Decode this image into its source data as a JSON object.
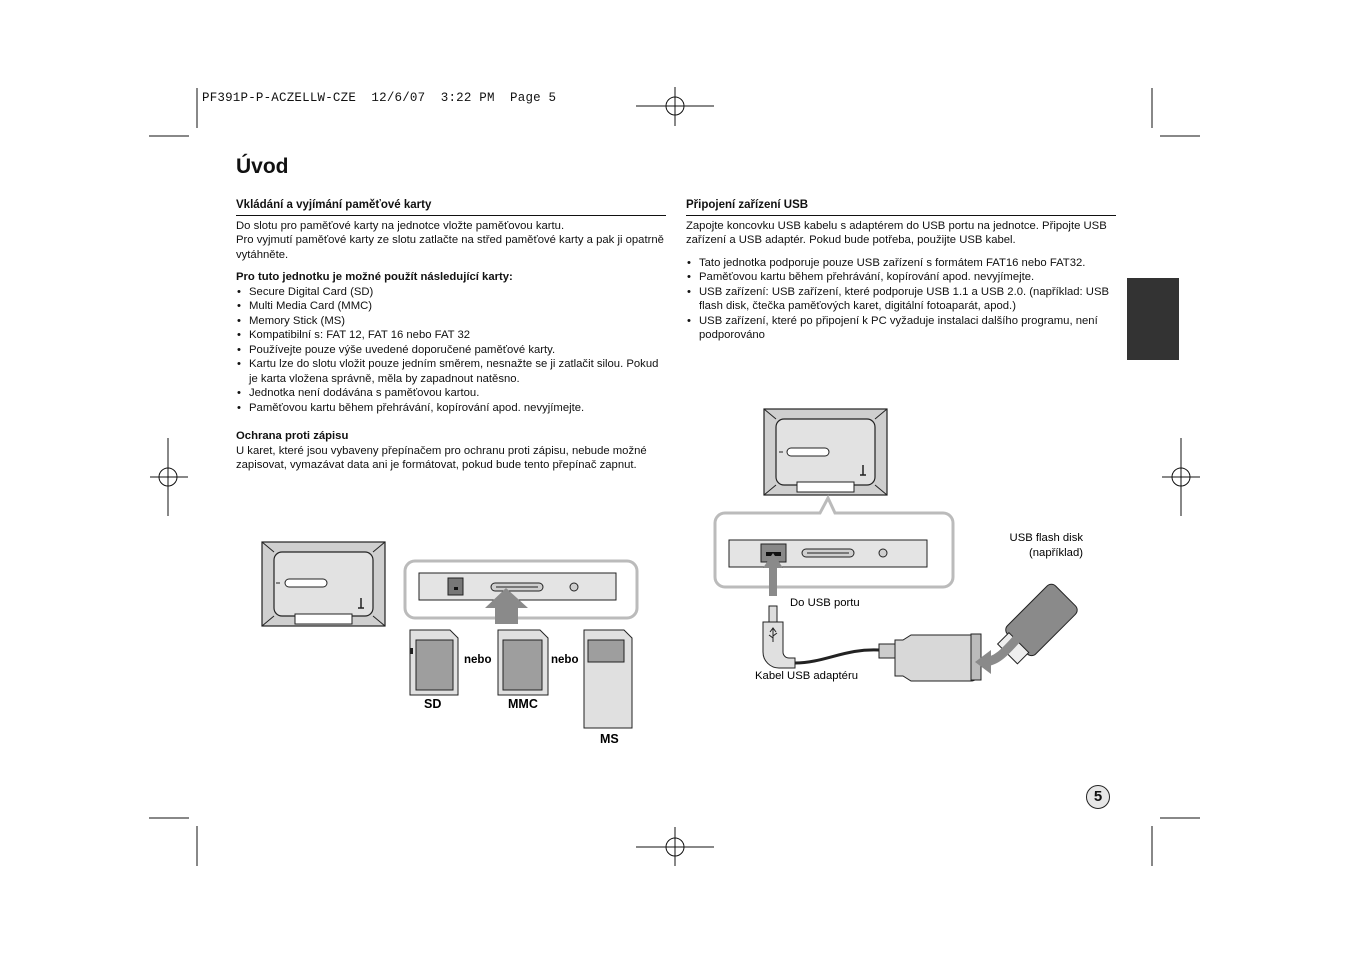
{
  "header": {
    "line": "PF391P-P-ACZELLW-CZE  12/6/07  3:22 PM  Page 5"
  },
  "title": "Úvod",
  "left": {
    "heading": "Vkládání a vyjímání paměťové karty",
    "para1": "Do slotu pro paměťové karty na jednotce vložte paměťovou kartu.",
    "para2": "Pro vyjmutí paměťové karty ze slotu zatlačte na střed paměťové karty a pak ji opatrně vytáhněte.",
    "cards_heading": "Pro tuto jednotku je možné použít následující karty:",
    "bullets": [
      "Secure Digital Card (SD)",
      "Multi Media Card (MMC)",
      "Memory Stick (MS)",
      "Kompatibilní s: FAT 12, FAT 16 nebo FAT 32",
      "Používejte pouze výše uvedené doporučené paměťové karty.",
      "Kartu lze do slotu vložit pouze jedním směrem, nesnažte se ji zatlačit silou. Pokud je karta vložena správně, měla by zapadnout natěsno.",
      "Jednotka není dodávána s paměťovou kartou.",
      "Paměťovou kartu během přehrávání, kopírování apod. nevyjímejte."
    ],
    "protect_heading": "Ochrana proti zápisu",
    "protect_text": "U karet, které jsou vybaveny přepínačem pro ochranu proti zápisu, nebude možné zapisovat, vymazávat data ani je formátovat, pokud bude tento přepínač zapnut."
  },
  "right": {
    "heading": "Připojení zařízení USB",
    "para": "Zapojte koncovku USB kabelu s adaptérem do USB portu na jednotce. Připojte USB zařízení a USB adaptér. Pokud bude potřeba, použijte USB kabel.",
    "bullets": [
      "Tato jednotka podporuje pouze USB zařízení s formátem FAT16 nebo FAT32.",
      "Paměťovou kartu během přehrávání, kopírování apod. nevyjímejte.",
      "USB zařízení: USB zařízení, které podporuje USB 1.1 a USB 2.0. (například: USB flash disk, čtečka paměťových karet, digitální fotoaparát, apod.)",
      "USB zařízení, které po připojení k PC vyžaduje instalaci dalšího programu, není podporováno"
    ]
  },
  "figure_cards": {
    "sd": "SD",
    "mmc": "MMC",
    "ms": "MS",
    "or1": "nebo",
    "or2": "nebo"
  },
  "figure_usb": {
    "flash_label_1": "USB flash disk",
    "flash_label_2": "(například)",
    "port_label": "Do USB portu",
    "cable_label": "Kabel USB adaptéru"
  },
  "page_number": "5"
}
